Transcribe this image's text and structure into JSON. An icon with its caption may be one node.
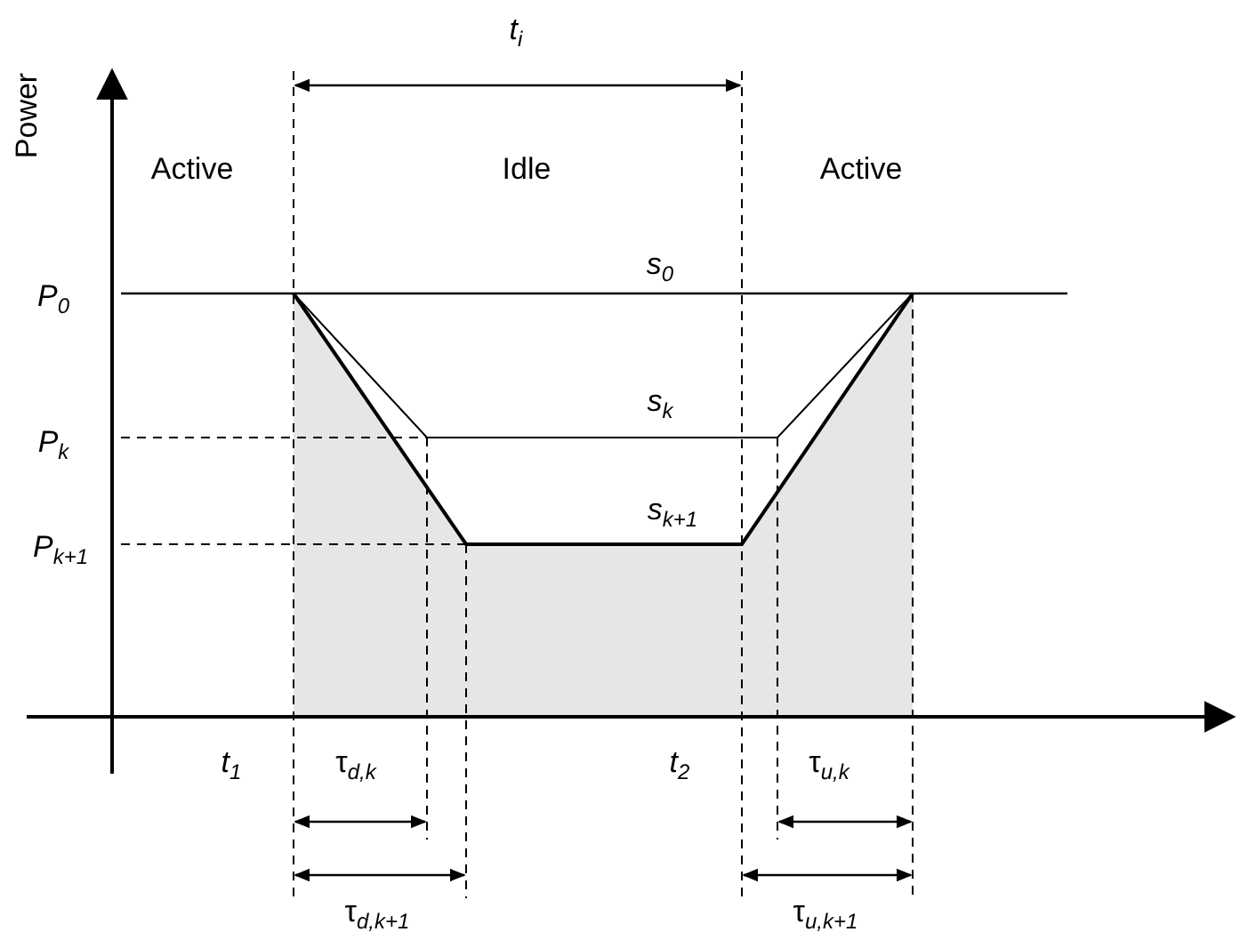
{
  "diagram": {
    "labels": [
      "t$_{i}$",
      "Power",
      "Active",
      "Idle",
      "Active",
      "s$_{0}$",
      "P$_{0}$",
      "s$_{k}$",
      "P$_{k}$",
      "s$_{k+1}$",
      "P$_{k+1}$",
      "t$_{1}$",
      "τ$_{d,k}$",
      "t$_{2}$",
      "τ$_{u,k}$",
      "τ$_{d,k+1}$",
      "τ$_{u,k+1}$"
    ]
  }
}
